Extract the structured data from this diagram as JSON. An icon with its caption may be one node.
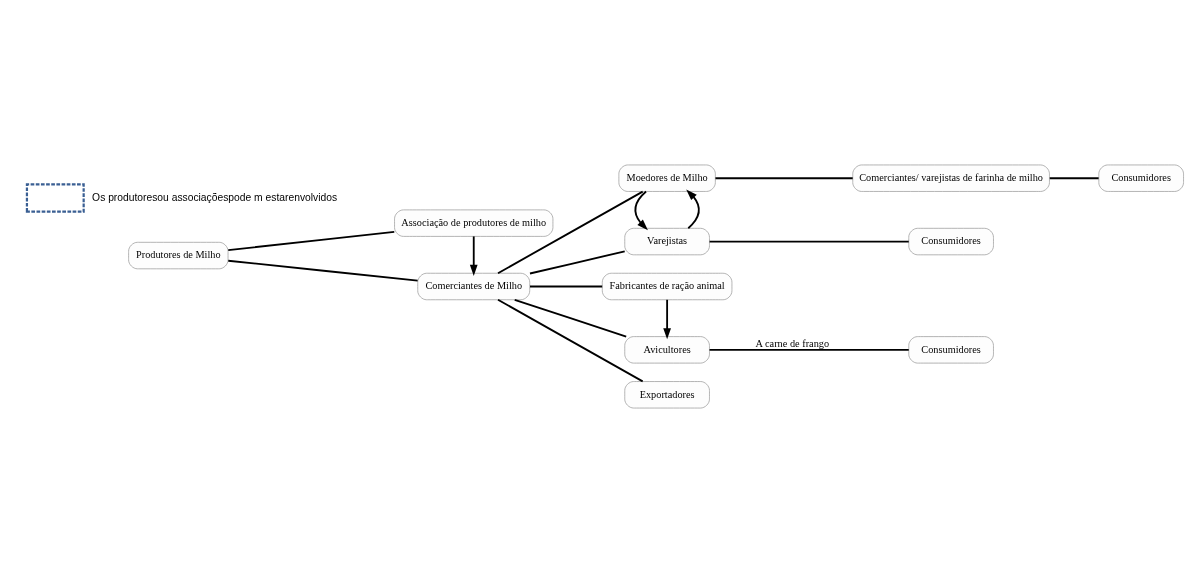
{
  "diagram": {
    "nodes": [
      {
        "text": [
          "Produtores de Milho"
        ]
      },
      {
        "text": [
          "Associação de produtores de milho"
        ]
      },
      {
        "text": [
          "Comerciantes de Milho"
        ]
      },
      {
        "text": [
          "Moedores de Milho"
        ]
      },
      {
        "text": [
          "Comerciantes/ varejistas de farinha de milho"
        ]
      },
      {
        "text": [
          "Consumidores"
        ]
      },
      {
        "text": [
          "Varejistas"
        ]
      },
      {
        "text": [
          "Consumidores"
        ]
      },
      {
        "text": [
          "Fabricantes de ração animal"
        ]
      },
      {
        "text": [
          "Avicultores"
        ]
      },
      {
        "text": [
          "Consumidores"
        ]
      },
      {
        "text": [
          "Exportadores"
        ]
      }
    ],
    "edges": [
      {
        "from": 0,
        "to": 1,
        "arrow": "none"
      },
      {
        "from": 0,
        "to": 2,
        "arrow": "none"
      },
      {
        "from": 1,
        "to": 2,
        "arrow": "to"
      },
      {
        "from": 2,
        "to": 3,
        "arrow": "none"
      },
      {
        "from": 2,
        "to": 6,
        "arrow": "none"
      },
      {
        "from": 2,
        "to": 8,
        "arrow": "none"
      },
      {
        "from": 2,
        "to": 9,
        "arrow": "none"
      },
      {
        "from": 2,
        "to": 11,
        "arrow": "none"
      },
      {
        "from": 3,
        "to": 4,
        "arrow": "none"
      },
      {
        "from": 4,
        "to": 5,
        "arrow": "none"
      },
      {
        "from": 6,
        "to": 3,
        "arrow": "to"
      },
      {
        "from": 3,
        "to": 6,
        "arrow": "to"
      },
      {
        "from": 6,
        "to": 7,
        "arrow": "none"
      },
      {
        "from": 8,
        "to": 9,
        "arrow": "to"
      },
      {
        "from": 9,
        "to": 10,
        "label": "A carne de frango",
        "arrow": "none"
      }
    ],
    "legend": [
      {
        "text": "Os produtoresou associaçõespode m estarenvolvidos"
      }
    ]
  }
}
